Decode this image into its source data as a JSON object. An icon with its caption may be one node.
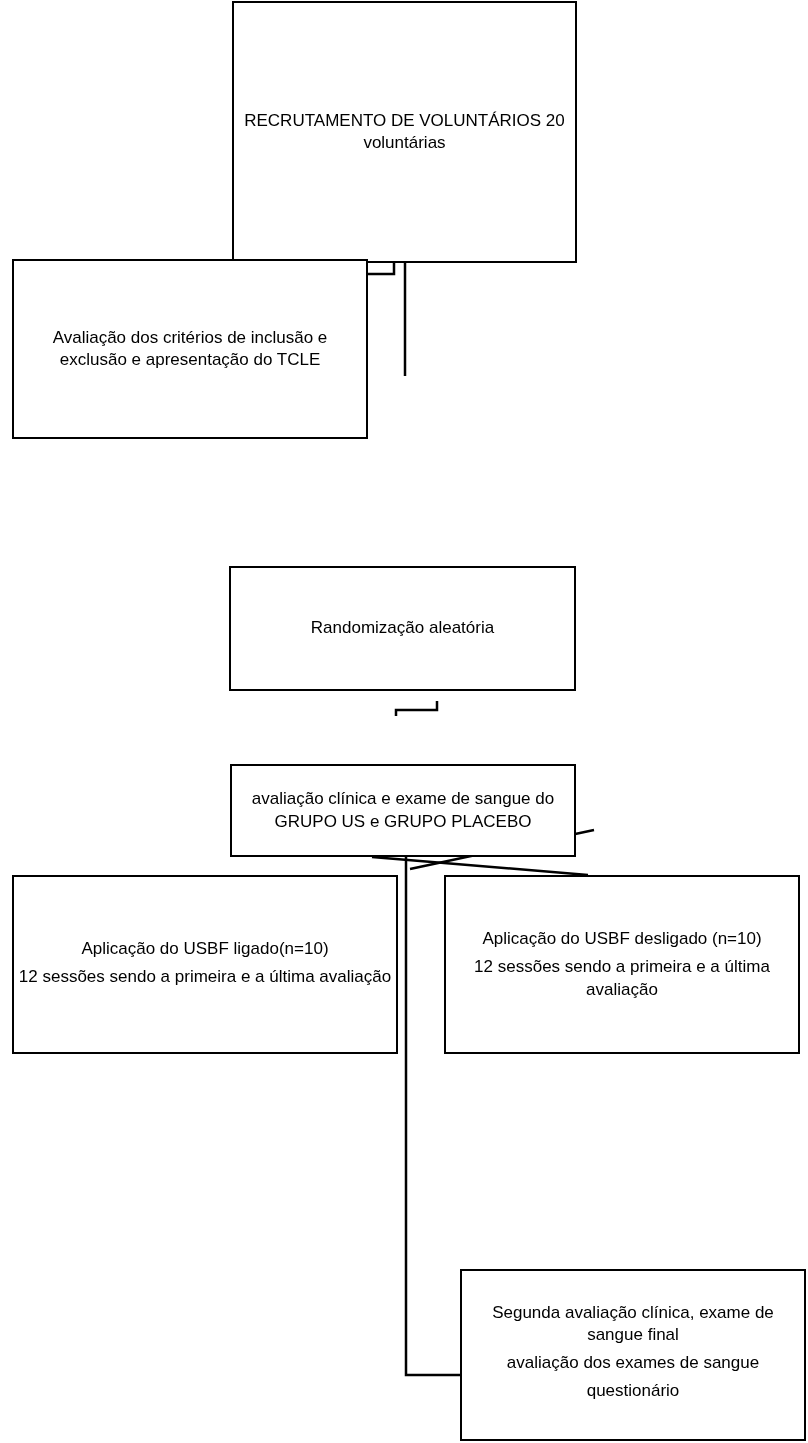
{
  "diagram": {
    "nodes": [
      {
        "text": [
          "RECRUTAMENTO DE VOLUNTÁRIOS 20 voluntárias"
        ]
      },
      {
        "text": [
          "Avaliação dos critérios de inclusão e exclusão e apresentação do TCLE"
        ]
      },
      {
        "text": [
          "Randomização aleatória"
        ]
      },
      {
        "text": [
          "avaliação clínica e exame de sangue do GRUPO US e GRUPO PLACEBO"
        ]
      },
      {
        "text": [
          "Aplicação do USBF ligado(n=10)",
          "12 sessões sendo a primeira e a última  avaliação"
        ]
      },
      {
        "text": [
          "Aplicação do USBF desligado (n=10)",
          "12 sessões sendo a primeira e a última avaliação"
        ]
      },
      {
        "text": [
          "Segunda avaliação clínica, exame de sangue final",
          "avaliação dos exames de sangue",
          "questionário"
        ]
      }
    ],
    "edges": [
      {
        "from": 0,
        "to": 1,
        "arrow": "none"
      },
      {
        "from": 0,
        "to": null,
        "arrow": "none"
      },
      {
        "from": 3,
        "to": 6,
        "arrow": "none"
      },
      {
        "from": 3,
        "to": 5,
        "arrow": "none"
      }
    ]
  }
}
